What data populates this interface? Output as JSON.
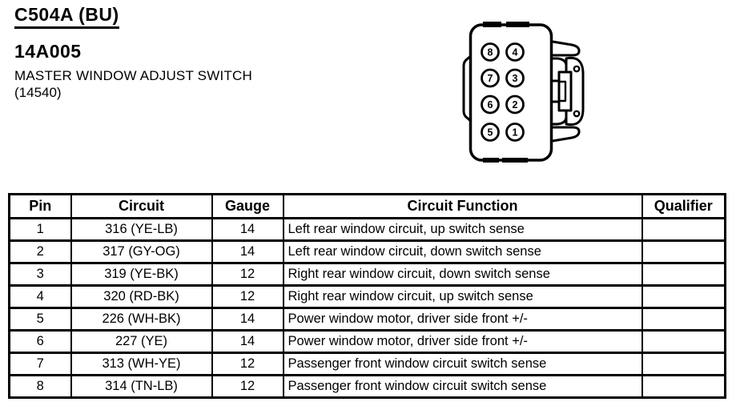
{
  "page": {
    "connector_id": "C504A (BU)",
    "part_number": "14A005",
    "part_name": "MASTER WINDOW ADJUST SWITCH",
    "part_code": "(14540)"
  },
  "connector": {
    "description": "8-pin connector face view",
    "pins": [
      "8",
      "4",
      "7",
      "3",
      "6",
      "2",
      "5",
      "1"
    ]
  },
  "table": {
    "headers": [
      "Pin",
      "Circuit",
      "Gauge",
      "Circuit Function",
      "Qualifier"
    ],
    "rows": [
      {
        "pin": "1",
        "circuit": "316 (YE-LB)",
        "gauge": "14",
        "function": "Left rear window circuit, up switch sense",
        "qualifier": ""
      },
      {
        "pin": "2",
        "circuit": "317 (GY-OG)",
        "gauge": "14",
        "function": "Left rear window circuit, down switch sense",
        "qualifier": ""
      },
      {
        "pin": "3",
        "circuit": "319 (YE-BK)",
        "gauge": "12",
        "function": "Right rear window circuit, down switch sense",
        "qualifier": ""
      },
      {
        "pin": "4",
        "circuit": "320 (RD-BK)",
        "gauge": "12",
        "function": "Right rear window circuit, up switch sense",
        "qualifier": ""
      },
      {
        "pin": "5",
        "circuit": "226 (WH-BK)",
        "gauge": "14",
        "function": "Power window motor, driver side front +/-",
        "qualifier": ""
      },
      {
        "pin": "6",
        "circuit": "227 (YE)",
        "gauge": "14",
        "function": "Power window motor, driver side front +/-",
        "qualifier": ""
      },
      {
        "pin": "7",
        "circuit": "313 (WH-YE)",
        "gauge": "12",
        "function": "Passenger front window circuit switch sense",
        "qualifier": ""
      },
      {
        "pin": "8",
        "circuit": "314 (TN-LB)",
        "gauge": "12",
        "function": "Passenger front window circuit switch sense",
        "qualifier": ""
      }
    ]
  },
  "colors": {
    "ink": "#000000",
    "paper": "#ffffff"
  }
}
